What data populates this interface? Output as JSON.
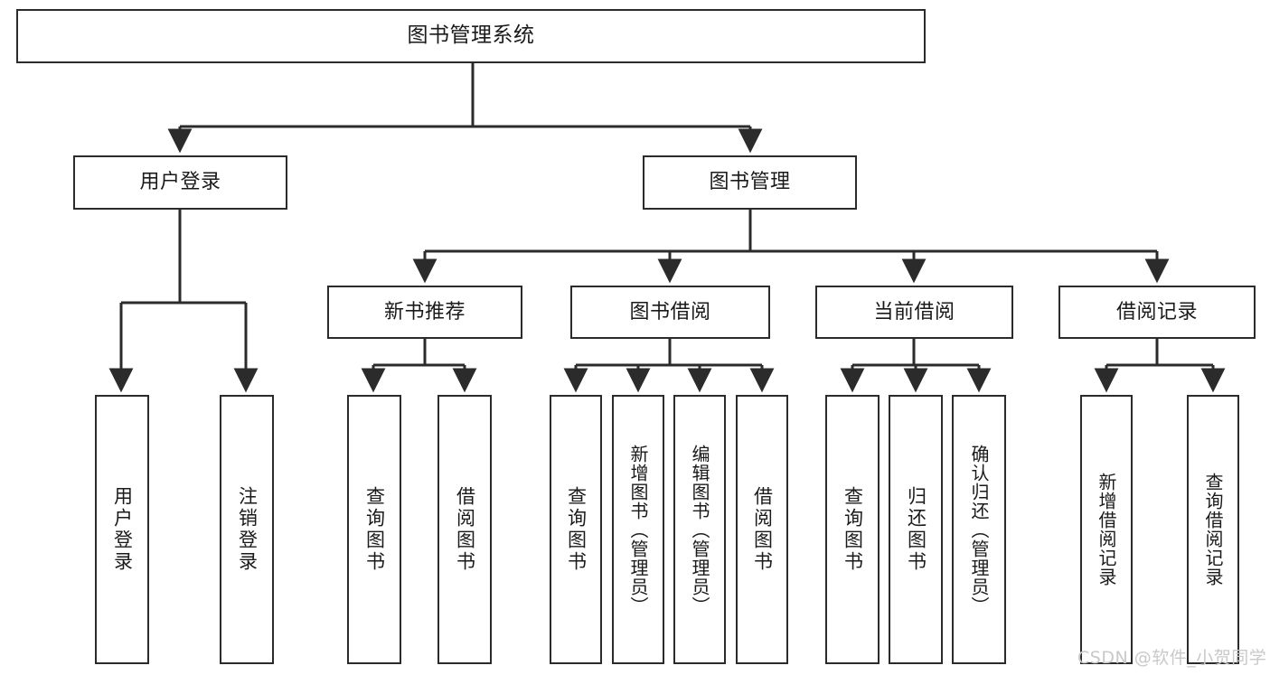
{
  "diagram": {
    "title": "图书管理系统",
    "type": "tree-hierarchy-chart",
    "line_color": "#2b2b2b",
    "box_fill": "#ffffff",
    "watermark": "CSDN @软件_小贺同学",
    "levels": {
      "root": "图书管理系统",
      "level2": [
        "用户登录",
        "图书管理"
      ],
      "level3": [
        "新书推荐",
        "图书借阅",
        "当前借阅",
        "借阅记录"
      ]
    },
    "nodes": {
      "root": {
        "label": "图书管理系统"
      },
      "user_login": {
        "label": "用户登录"
      },
      "book_manage": {
        "label": "图书管理"
      },
      "new_book_rec": {
        "label": "新书推荐"
      },
      "book_borrow": {
        "label": "图书借阅"
      },
      "current_borrow": {
        "label": "当前借阅"
      },
      "borrow_record": {
        "label": "借阅记录"
      },
      "leaf_user_login": {
        "label": "用户登录"
      },
      "leaf_user_logout": {
        "label": "注销登录"
      },
      "leaf_rec_query_book": {
        "label": "查询图书"
      },
      "leaf_rec_borrow_book": {
        "label": "借阅图书"
      },
      "leaf_bb_query_book": {
        "label": "查询图书"
      },
      "leaf_bb_add_book": {
        "label": "新增图书（管理员）"
      },
      "leaf_bb_edit_book": {
        "label": "编辑图书（管理员）"
      },
      "leaf_bb_borrow_book": {
        "label": "借阅图书"
      },
      "leaf_cb_query_book": {
        "label": "查询图书"
      },
      "leaf_cb_return_book": {
        "label": "归还图书"
      },
      "leaf_cb_confirm_return": {
        "label": "确认归还（管理员）"
      },
      "leaf_br_add_record": {
        "label": "新增借阅记录"
      },
      "leaf_br_query_record": {
        "label": "查询借阅记录"
      }
    }
  }
}
